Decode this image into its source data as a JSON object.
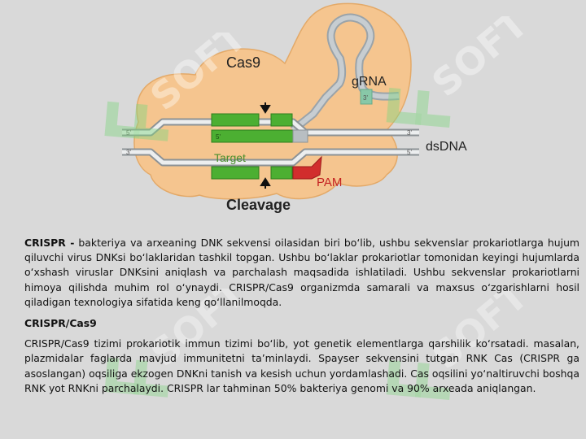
{
  "diagram": {
    "labels": {
      "cas9": "Cas9",
      "grna": "gRNA",
      "dsdna": "dsDNA",
      "target": "Target",
      "pam": "PAM",
      "cleavage": "Cleavage",
      "five_prime_left_top": "5'",
      "five_prime_inner": "5'",
      "three_prime_right_top": "3'",
      "three_prime_left_bottom": "3'",
      "five_prime_right_bottom": "5'",
      "three_prime_grna": "3'"
    }
  },
  "watermark": {
    "brand": "SOFT"
  },
  "content": {
    "intro_term": "CRISPR -",
    "intro_text": " bakteriya va arxeaning DNK sekvensi oilasidan biri bo‘lib, ushbu sekvenslar prokariotlarga hujum qiluvchi virus DNKsi bo‘laklaridan tashkil topgan. Ushbu bo‘laklar prokariotlar tomonidan keyingi hujumlarda o‘xshash viruslar DNKsini aniqlash va parchalash maqsadida ishlatiladi. Ushbu sekvenslar prokariotlarni himoya qilishda muhim rol o‘ynaydi. CRISPR/Cas9 organizmda samarali va maxsus o‘zgarishlarni hosil qiladigan texnologiya sifatida keng qo‘llanilmoqda.",
    "heading": "CRISPR/Cas9",
    "body_text": "CRISPR/Cas9 tizimi prokariotik immun tizimi bo‘lib, yot genetik elementlarga qarshilik ko‘rsatadi. masalan, plazmidalar faglarda mavjud immunitetni ta’minlaydi. Spayser sekvensini tutgan RNK Cas (CRISPR ga asoslangan) oqsiliga ekzogen DNKni tanish va kesish uchun yordamlashadi. Cas oqsilini yo‘naltiruvchi boshqa RNK yot RNKni parchalaydi. CRISPR lar tahminan 50% bakteriya genomi va 90% arxeada aniqlangan."
  }
}
